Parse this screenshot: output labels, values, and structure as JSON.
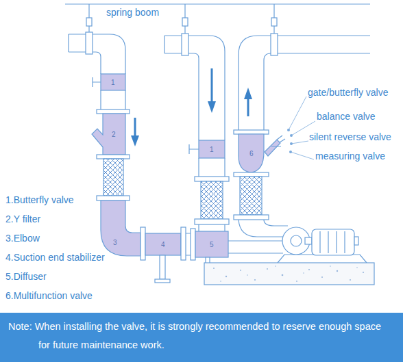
{
  "diagram": {
    "nodes": [
      {
        "text": [
          "Note: When installing the valve, it is strongly recommended to reserve enough space for future maintenance work."
        ]
      }
    ],
    "labels": [
      "spring boom",
      "1",
      "2",
      "3",
      "4",
      "5",
      "1",
      "6",
      "gate/butterfly valve",
      "balance valve",
      "silent reverse valve",
      "measuring valve",
      "1.Butterfly valve",
      "2.Y filter",
      "3.Elbow",
      "4.Suction end stabilizer",
      "5.Diffuser",
      "6.Multifunction valve"
    ]
  }
}
